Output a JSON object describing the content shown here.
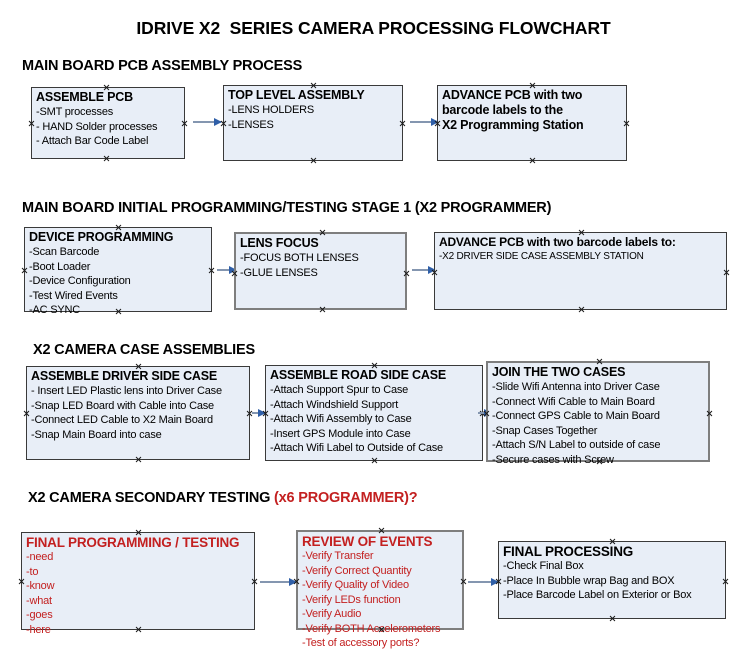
{
  "document": {
    "title": "IDRIVE X2  SERIES CAMERA PROCESSING FLOWCHART"
  },
  "colors": {
    "box_fill": "#e8eef7",
    "box_border": "#3a3a3a",
    "box_border_thick": "#7e7e7e",
    "arrow_line": "#8496b0",
    "arrow_head": "#2f5fa8",
    "accent_red": "#c32020",
    "text": "#000000",
    "background": "#ffffff"
  },
  "sections": [
    {
      "heading": "MAIN BOARD PCB ASSEMBLY PROCESS",
      "heading_accent": "",
      "boxes": [
        {
          "title": "ASSEMBLE PCB",
          "lines": [
            "-SMT processes",
            "- HAND Solder processes",
            "- Attach Bar Code Label"
          ]
        },
        {
          "title": "TOP LEVEL ASSEMBLY",
          "lines": [
            "-LENS HOLDERS",
            "-LENSES"
          ]
        },
        {
          "title": "ADVANCE PCB with two",
          "lines": [
            "barcode labels to the",
            " X2 Programming Station"
          ]
        }
      ]
    },
    {
      "heading": "MAIN BOARD INITIAL PROGRAMMING/TESTING STAGE 1 (X2 PROGRAMMER)",
      "heading_accent": "",
      "boxes": [
        {
          "title": "DEVICE PROGRAMMING",
          "lines": [
            "-Scan Barcode",
            "-Boot Loader",
            "-Device Configuration",
            "-Test Wired Events",
            "-AC SYNC"
          ]
        },
        {
          "title": "LENS FOCUS",
          "lines": [
            "-FOCUS BOTH LENSES",
            "-GLUE LENSES"
          ]
        },
        {
          "title": "ADVANCE PCB with two barcode labels to:",
          "lines": [
            "-X2 DRIVER  SIDE  CASE  ASSEMBLY STATION"
          ]
        }
      ]
    },
    {
      "heading": "X2 CAMERA CASE ASSEMBLIES",
      "heading_accent": "",
      "boxes": [
        {
          "title": "ASSEMBLE DRIVER SIDE CASE",
          "lines": [
            "- Insert LED Plastic lens into Driver Case",
            "-Snap LED Board with Cable into Case",
            "-Connect LED Cable to X2 Main Board",
            "-Snap Main Board into case"
          ]
        },
        {
          "title": "ASSEMBLE ROAD SIDE CASE",
          "lines": [
            "-Attach Support Spur to Case",
            "-Attach Windshield Support",
            "-Attach Wifi Assembly to Case",
            "-Insert GPS Module into Case",
            "-Attach Wifi Label to Outside of Case"
          ]
        },
        {
          "title": "JOIN THE TWO CASES",
          "lines": [
            "-Slide Wifi Antenna into Driver Case",
            "-Connect Wifi Cable to Main Board",
            "-Connect GPS Cable to Main Board",
            "-Snap Cases Together",
            "-Attach S/N Label to outside of case",
            "-Secure cases with Screw"
          ]
        }
      ]
    },
    {
      "heading": "X2 CAMERA SECONDARY TESTING ",
      "heading_accent": "(x6 PROGRAMMER)?",
      "boxes": [
        {
          "title": "FINAL PROGRAMMING / TESTING",
          "lines": [
            "-need",
            "-to",
            "-know",
            "-what",
            "-goes",
            "-here"
          ]
        },
        {
          "title": "REVIEW OF EVENTS",
          "lines": [
            "-Verify Transfer",
            "-Verify Correct Quantity",
            "-Verify Quality of Video",
            "-Verify LEDs function",
            "-Verify Audio",
            "-Verify BOTH Accelerometers",
            "-Test of accessory ports?"
          ]
        },
        {
          "title": "FINAL PROCESSING",
          "lines": [
            " -Check Final Box",
            "-Place In Bubble wrap Bag and BOX",
            "-Place Barcode Label on Exterior or Box"
          ]
        }
      ]
    }
  ]
}
